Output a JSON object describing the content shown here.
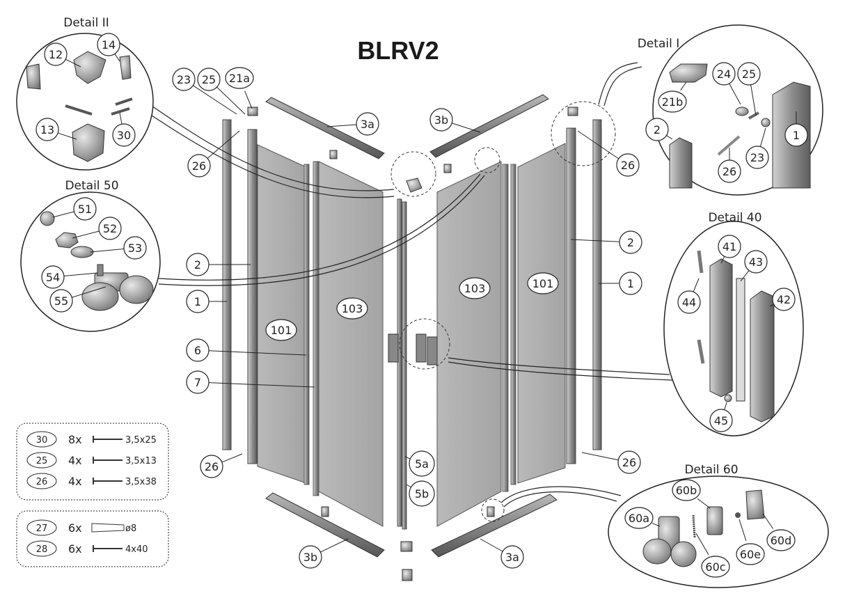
{
  "title": "BLRV2",
  "details": {
    "d2": "Detail II",
    "d1": "Detail I",
    "d50": "Detail 50",
    "d40": "Detail 40",
    "d60": "Detail 60"
  },
  "labels": {
    "n12": "12",
    "n13": "13",
    "n14": "14",
    "n30": "30",
    "n51": "51",
    "n52": "52",
    "n53": "53",
    "n54": "54",
    "n55": "55",
    "n21b": "21b",
    "n24": "24",
    "n25": "25",
    "n2": "2",
    "n26": "26",
    "n23": "23",
    "n1": "1",
    "n41": "41",
    "n43": "43",
    "n44": "44",
    "n42": "42",
    "n45": "45",
    "n60a": "60a",
    "n60b": "60b",
    "n60c": "60c",
    "n60d": "60d",
    "n60e": "60e",
    "m23": "23",
    "m25": "25",
    "m21a": "21a",
    "m3a": "3a",
    "m3b": "3b",
    "m26": "26",
    "m2": "2",
    "m1": "1",
    "m6": "6",
    "m7": "7",
    "m101": "101",
    "m103": "103",
    "m5a": "5a",
    "m5b": "5b",
    "m3b2": "3b",
    "m3a2": "3a"
  },
  "legend1": [
    {
      "num": "30",
      "qty": "8x",
      "size": "3,5x25"
    },
    {
      "num": "25",
      "qty": "4x",
      "size": "3,5x13"
    },
    {
      "num": "26",
      "qty": "4x",
      "size": "3,5x38"
    }
  ],
  "legend2": [
    {
      "num": "27",
      "qty": "6x",
      "size": "ø8"
    },
    {
      "num": "28",
      "qty": "6x",
      "size": "4x40"
    }
  ]
}
